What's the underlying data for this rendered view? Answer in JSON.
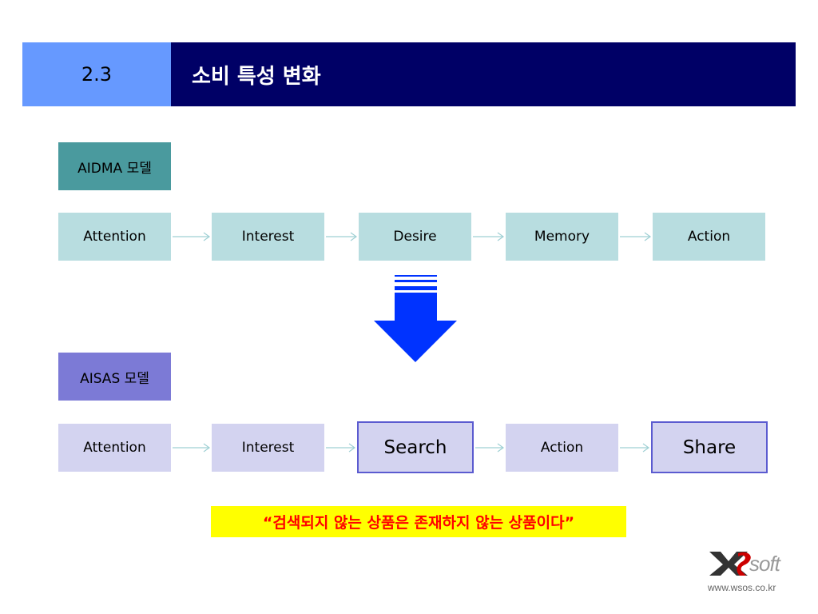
{
  "header": {
    "section_number": "2.3",
    "title": "소비 특성 변화"
  },
  "aidma": {
    "label": "AIDMA 모델",
    "steps": [
      "Attention",
      "Interest",
      "Desire",
      "Memory",
      "Action"
    ]
  },
  "aisas": {
    "label": "AISAS 모델",
    "steps": [
      "Attention",
      "Interest",
      "Search",
      "Action",
      "Share"
    ]
  },
  "quote": "“검색되지 않는 상품은 존재하지 않는 상품이다”",
  "footer": {
    "logo_text": "soft",
    "website": "www.wsos.co.kr"
  },
  "colors": {
    "header_left": "#6699ff",
    "header_right": "#000066",
    "aidma_label": "#4a9a9e",
    "aidma_step": "#b8dde0",
    "aisas_label": "#7c7ad6",
    "aisas_step": "#d3d3f0",
    "arrow": "#0033ff",
    "quote_bg": "#ffff00",
    "quote_text": "#ff0000"
  }
}
